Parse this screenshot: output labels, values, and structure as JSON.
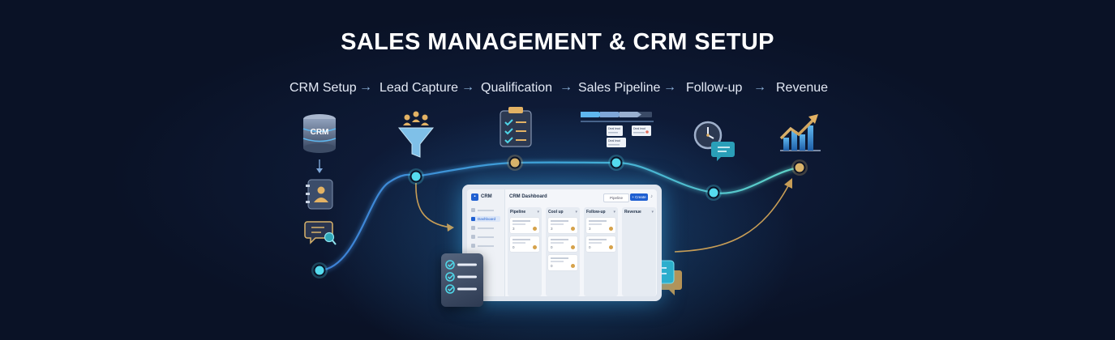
{
  "title": "SALES MANAGEMENT & CRM SETUP",
  "steps": [
    {
      "label": "CRM Setup"
    },
    {
      "label": "Lead Capture"
    },
    {
      "label": "Qualification"
    },
    {
      "label": "Sales Pipeline"
    },
    {
      "label": "Follow-up"
    },
    {
      "label": "Revenue"
    }
  ],
  "arrow": "→",
  "icons": {
    "database": "database-icon",
    "database_text": "CRM",
    "contacts": "contact-book-icon",
    "chat_search": "chat-search-icon",
    "funnel": "lead-funnel-icon",
    "clipboard": "checklist-clipboard-icon",
    "pipeline": "pipeline-timeline-icon",
    "pipeline_card_labels": [
      "Deal lead",
      "Deal lead",
      "Deal lead"
    ],
    "clock_chat": "clock-chat-icon",
    "chart": "growth-chart-icon"
  },
  "dashboard": {
    "logo": "CRM",
    "title": "CRM Dashboard",
    "nav_active": "Dashboard",
    "filter": "Pipeline",
    "create_label": "+ Create",
    "columns": [
      {
        "name": "Pipeline",
        "cards": [
          "3",
          "0"
        ]
      },
      {
        "name": "Cool up",
        "cards": [
          "3",
          "0",
          "0"
        ]
      },
      {
        "name": "Follow-up",
        "cards": [
          "3",
          "0"
        ]
      },
      {
        "name": "Revenue",
        "cards": []
      }
    ]
  },
  "colors": {
    "background": "#0a1226",
    "path_blue": "#3e8bd6",
    "path_teal": "#4fc9c9",
    "node_cyan": "#4fd6e8",
    "node_gold": "#d9b36a",
    "accent_blue": "#1f5fd1"
  }
}
